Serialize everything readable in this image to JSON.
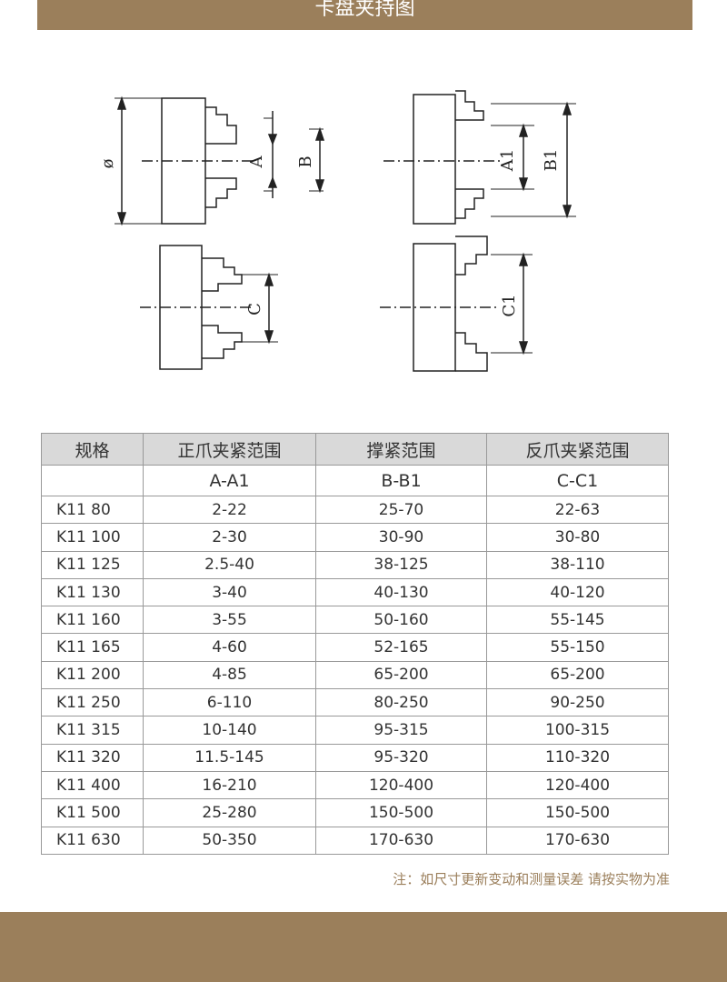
{
  "header": {
    "title": "卡盘夹持图"
  },
  "diagram": {
    "labels": {
      "diameter": "ø",
      "A": "A",
      "B": "B",
      "C": "C",
      "A1": "A1",
      "B1": "B1",
      "C1": "C1"
    }
  },
  "table": {
    "headers": [
      "规格",
      "正爪夹紧范围",
      "撑紧范围",
      "反爪夹紧范围"
    ],
    "subheaders": [
      "",
      "A-A1",
      "B-B1",
      "C-C1"
    ],
    "rows": [
      [
        "K11  80",
        "2-22",
        "25-70",
        "22-63"
      ],
      [
        "K11  100",
        "2-30",
        "30-90",
        "30-80"
      ],
      [
        "K11  125",
        "2.5-40",
        "38-125",
        "38-110"
      ],
      [
        "K11  130",
        "3-40",
        "40-130",
        "40-120"
      ],
      [
        "K11  160",
        "3-55",
        "50-160",
        "55-145"
      ],
      [
        "K11  165",
        "4-60",
        "52-165",
        "55-150"
      ],
      [
        "K11  200",
        "4-85",
        "65-200",
        "65-200"
      ],
      [
        "K11  250",
        "6-110",
        "80-250",
        "90-250"
      ],
      [
        "K11  315",
        "10-140",
        "95-315",
        "100-315"
      ],
      [
        "K11  320",
        "11.5-145",
        "95-320",
        "110-320"
      ],
      [
        "K11  400",
        "16-210",
        "120-400",
        "120-400"
      ],
      [
        "K11  500",
        "25-280",
        "150-500",
        "150-500"
      ],
      [
        "K11  630",
        "50-350",
        "170-630",
        "170-630"
      ]
    ]
  },
  "note": "注：如尺寸更新变动和测量误差  请按实物为准",
  "colors": {
    "brand": "#9b7f5b",
    "header_bg": "#d9d9d9",
    "border": "#999999"
  }
}
